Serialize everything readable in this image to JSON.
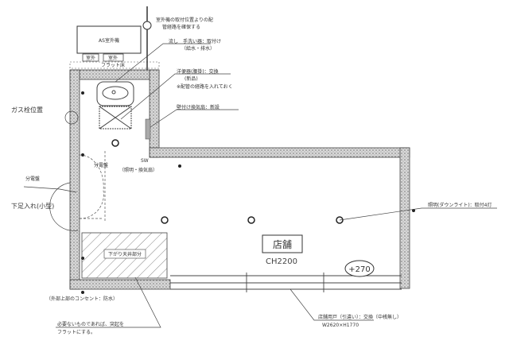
{
  "title": "店舗",
  "ceiling_height": "CH2200",
  "floor_level": "+270",
  "outdoor_unit": "AS室外機",
  "outdoor_unit_sub": [
    "室外",
    "室外"
  ],
  "flat_label": "フラット床",
  "notes": {
    "top_pipe": [
      "室外機の取付位置よりの配",
      "管経路を確保する"
    ],
    "sink": [
      "流し　手洗い器：取付け",
      "（給水・排水）"
    ],
    "toilet": [
      "洋便器(腰掛)：交換",
      "(新品)",
      "※配管の経路を入れておく"
    ],
    "wall_outlet": "壁付け換気扇：新設",
    "gas": "ガス栓位置",
    "switch": [
      "SW",
      "（照明・換気扇）"
    ],
    "left_upper": "分電盤",
    "left_lower": "下足入れ(小型)",
    "storage": "下がり天井部分",
    "outer_outlet": "（外部上部のコンセント：防水）",
    "bottom_note": [
      "必要ないものであれば、突起を",
      "フラットにする。"
    ],
    "downlight": "照明(ダウンライト)：取付4灯",
    "door": [
      "店舗用戸（引違い）：交換（中桟無し）",
      "W2620×H1770"
    ]
  }
}
